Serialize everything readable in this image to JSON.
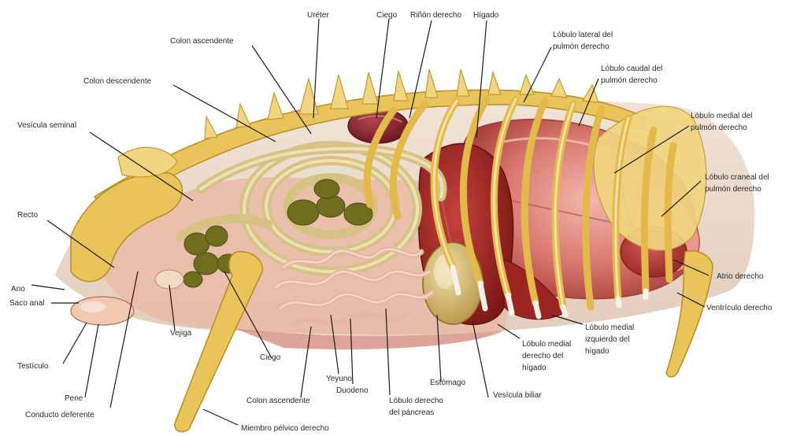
{
  "labels": {
    "ureter": "Uréter",
    "ciego_top": "Ciego",
    "rinon_derecho": "Riñón derecho",
    "higado": "Hígado",
    "lobulo_lateral_1": "Lóbulo lateral del",
    "lobulo_lateral_2": "pulmón derecho",
    "colon_ascendente_top": "Colon ascendente",
    "lobulo_caudal_1": "Lóbulo caudal del",
    "lobulo_caudal_2": "pulmón derecho",
    "colon_descendente": "Colon descendente",
    "vesicula_seminal": "Vesícula seminal",
    "lobulo_medial_pulmon_1": "Lóbulo medial del",
    "lobulo_medial_pulmon_2": "pulmón derecho",
    "lobulo_craneal_1": "Lóbulo craneal del",
    "lobulo_craneal_2": "pulmón derecho",
    "recto": "Recto",
    "atrio_derecho": "Atrio derecho",
    "ano": "Ano",
    "ventriculo_derecho": "Ventrículo derecho",
    "saco_anal": "Saco anal",
    "lobulo_medial_izq_1": "Lóbulo medial",
    "lobulo_medial_izq_2": "izquierdo del",
    "lobulo_medial_izq_3": "hígado",
    "vejiga": "Vejiga",
    "lobulo_medial_der_1": "Lóbulo medial",
    "lobulo_medial_der_2": "derecho del",
    "lobulo_medial_der_3": "hígado",
    "testiculo": "Testículo",
    "ciego_bottom": "Ciego",
    "yeyuno": "Yeyuno",
    "estomago": "Estómago",
    "duodeno": "Duodeno",
    "pene": "Pene",
    "colon_ascendente_bottom": "Colon ascendente",
    "vesicula_biliar": "Vesícula biliar",
    "lobulo_pancreas_1": "Lóbulo derecho",
    "lobulo_pancreas_2": "del páncreas",
    "conducto_deferente": "Conducto deferente",
    "miembro_pelvico": "Miembro pélvico derecho"
  }
}
